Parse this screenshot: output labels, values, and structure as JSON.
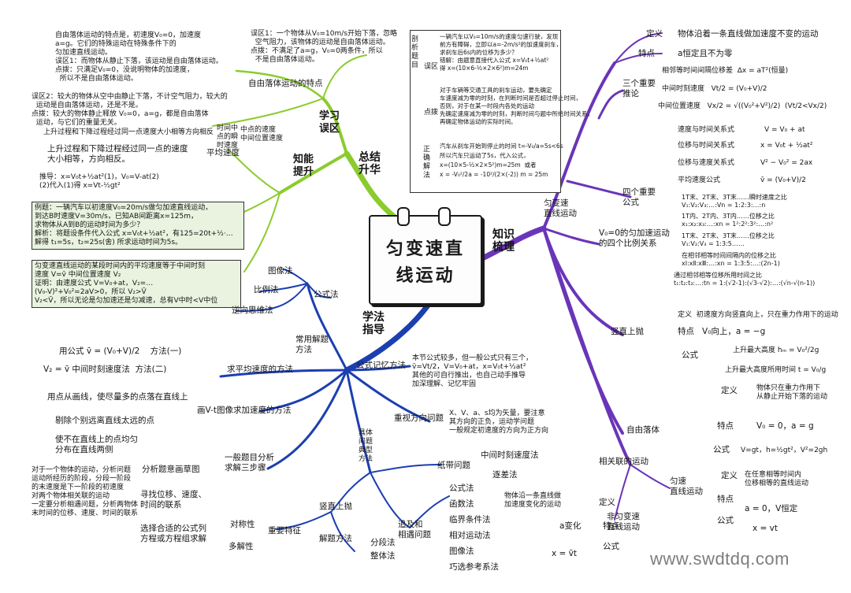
{
  "center_title": "匀变速直\n线运动",
  "watermark": "www.swdtdq.com",
  "colors": {
    "green": "#8ccb2e",
    "blue": "#1c3fb0",
    "purple": "#6a35b8"
  },
  "branches": {
    "summary": {
      "title": "总结\n升华",
      "knowledge": "知能\n提升",
      "mistakes": "学习\n误区",
      "free_fall_trait": "自由落体运动的特点",
      "mid_time_speed": "时间中\n点的瞬\n时速度",
      "avg_speed": "平均速度",
      "mid_time_method": "中点的速度\n中间位置速度",
      "upgrade_note": "上升过程和下降过程经过同一点的速度\n大小相等，方向相反。",
      "mistake1": "误区1：一个物体从V₀=10m/s开始下落，忽略\n  空气阻力，该物体的运动是自由落体运动。\n点拨：不满足了a=g，V₀=0两条件，所以\n  不是自由落体运动。",
      "mistake2": "误区2：较大的物体从空中由静止下落，不计空气阻力，较大的\n  运动是自由落体运动，还是不是。\n点拨：较大的物体静止释放 V₀=0，a=g，都是自由落体\n  运动，与它们的重量无关。",
      "free_fall_desc": "自由落体运动的特点是，初速度V₀=0，加速度\na=g。它们的特殊运动在特殊条件下的\n匀加速直线运动。\n误区1：而物体从静止下落，该运动是自由落体运动。\n点拨：只满足V₀=0，没说明物体的加速度，\n  所以不是自由落体运动。",
      "segment_note": "上升过程和下降过程经过同一点速度大小相等方向相反",
      "formula_note": "推导：x=V₀t+½at²(1)，V₀=V-at(2)\n(2)代入(1)得 x=Vt-½gt²",
      "example1": "例题：一辆汽车以初速度V₀=20m/s做匀加速直线运动，\n到达B时速度V=30m/s，已知AB间距离x=125m，\n求物体从A到B的运动时间为多少？\n解析：将题设条件代入公式 x=V₀t+½at²，有125=20t+½·…\n解得 t₁=5s，t₂=25s(舍) 所求运动时间为5s。",
      "example2": "匀变速直线运动的某段时间内的平均速度等于中间时刻\n速度 V=v̄ 中间位置速度 V₂\n证明：由速度公式 V=V₀+at，V₂=…\n(V₀-V)²+V₀²=2aV>0，所以 V₂>V̄\nV₂<V̄，所以无论是匀加速还是匀减速，总有V中时<V中位"
    },
    "tools": {
      "title": "学法\n指导",
      "methods": "常用解题\n方法",
      "graph_method": "图像法",
      "formula_method": "公式法",
      "ratio_method": "比例法",
      "reverse_method": "逆向思维法",
      "avg_speed_method": "求平均速度的方法",
      "avg_formula_1": "用公式 v̄ = (V₀+V)/2    方法(一)",
      "avg_formula_2": "V₂ = v̄ 中间时刻速度法  方法(二)",
      "vt_graph": "画V-t图像求加速度的方法",
      "vt_note1": "用点从画线，使尽量多的点落在直线上",
      "vt_note2": "剔除个别远离直线太远的点",
      "vt_note3": "使不在直线上的点均匀\n分布在直线两侧",
      "general_steps": "一般题目分析\n求解三步骤",
      "steps_1": "分析题意画草图",
      "steps_2": "寻找位移、速度、\n时间的联系",
      "steps_3": "选择合适的公式列\n方程或方程组求解",
      "steps_text": "对于一个物体的运动，分析问题\n运动所经历的阶段，分段一阶段\n的末速度是下一阶段的初速度\n对两个物体相关联的运动\n一定要分析相遇问题，分析两物体\n末时间的位移、速度、时间的联系",
      "formula_memory": "公式记忆方法",
      "formula_memory_text": "本节公式较多，但一般公式只有三个，\nv̄=Vt/2，V=V₀+at，x=V₀t+½at²\n其他的可自行推出，也自己动手推导\n加深理解、记忆牢固",
      "direction_issue": "重视方向问题",
      "direction_text": "X、V、a、s均为矢量，要注意\n其方向的正负，运动学问题\n一般规定初速度的方向为正方向",
      "typical_methods": "具体\n问题\n典型\n方法",
      "paper_tape": "纸带问题",
      "paper_tape_1": "中间时刻速度法",
      "paper_tape_2": "逐差法",
      "vertical_throw": "竖直上抛",
      "pursuit": "追及和\n相遇问题",
      "pursuit_methods": "公式法\n函数法\n临界条件法\n相对运动法\n图像法\n巧选参考系法",
      "symmetry": "对称性",
      "multi_solution": "多解性",
      "key_features": "重要特征",
      "solve_methods": "解题方法",
      "split_method": "分段法",
      "whole_method": "整体法"
    },
    "knowledge": {
      "title": "知识\n梳理",
      "uniform": "匀变速\n直线运动",
      "definition": "定义",
      "definition_text": "物体沿着一条直线做加速度不变的运动",
      "feature": "特点",
      "feature_text": "a恒定且不为零",
      "three_speeds": "三个重要\n推论",
      "delta_x": "相邻等时间间隔位移差  Δx = aT²(恒量)",
      "mid_time": "中间时刻速度   Vt/2 = (V₀+V)/2",
      "mid_pos": "中间位置速度   Vx/2 = √((V₀²+V²)/2)  (Vt/2<Vx/2)",
      "four_formulas": "四个重要\n公式",
      "f1_label": "速度与时间关系式",
      "f1": "V = V₀ + at",
      "f2_label": "位移与时间关系式",
      "f2": "x = V₀t + ½at²",
      "f3_label": "位移与速度关系式",
      "f3": "V² − V₀² = 2ax",
      "f4_label": "平均速度公式",
      "f4": "v̄ = (V₀+V)/2",
      "zero_start": "V₀=0的匀加速运动\n的四个比例关系",
      "r1": "1T末、2T末、3T末……瞬时速度之比\nV₁:V₂:V₃:…:Vn = 1:2:3:…:n",
      "r2": "1T内、2T内、3T内……位移之比\nx₁:x₂:x₃:…:xn = 1²:2²:3²:…:n²",
      "r3": "1T末、2T末、3T末……位移之比\nV₁:V₂:V₃ = 1:3:5……",
      "r4": "在相邻相等时间间隔内的位移之比\nxⅠ:xⅡ:xⅢ:…:xn = 1:3:5:…:(2n-1)",
      "r5": "通过相邻相等位移所用时间之比\nt₁:t₂:t₃:…:tn = 1:(√2-1):(√3-√2):…:(√n-√(n-1))",
      "vertical_up": "竖直上抛",
      "vu_def": "定义  初速度方向竖直向上，只在重力作用下的运动",
      "vu_feature": "特点   V₀向上，a = −g",
      "vu_formula": "公式",
      "vu_f1": "上升最大高度 hₘ = V₀²/2g",
      "vu_f2": "上升最大高度所用时间 t = V₀/g",
      "free_fall": "自由落体",
      "ff_def": "定义",
      "ff_def_text": "物体只在重力作用下\n从静止开始下落的运动",
      "ff_feature": "特点",
      "ff_feature_text": "V₀ = 0，a = g",
      "ff_formula": "公式",
      "ff_formula_text": "V=gt，h=½gt²，V²=2gh",
      "related": "相关联的运动",
      "uniform_linear": "匀速\n直线运动",
      "ul_def": "定义",
      "ul_def_text": "在任意相等时间内\n位移相等的直线运动",
      "ul_feature": "特点",
      "ul_feature_text": "a = 0，V恒定",
      "ul_formula": "公式",
      "ul_formula_text": "x = vt",
      "non_uniform": "非匀变速\n直线运动",
      "nu_text": "物体沿一条直线做\n加速度变化的运动",
      "nu_def": "定义",
      "nu_feature": "特点",
      "nu_feature_text": "a变化",
      "nu_formula": "公式",
      "nu_formula_text": "x = v̄t"
    },
    "correct_solution": {
      "title": "剖析题目",
      "mistake_label": "误区",
      "point_label": "点拨",
      "solution_label": "正确解法",
      "mistake_text": "一辆汽车以V₀=10m/s的速度匀速行驶，发现\n前方有障碍，立即以a=-2m/s²的加速度刹车，\n求刹车后6s内的位移为多少？\n错解：由题意直接代入公式 x=V₀t+½at²\n得 x=(10×6-½×2×6²)m=24m",
      "point_text": "对于车辆等交通工具的刹车运动，要先确定\n车速度减为零的时刻，在判断时间是否超过停止时间，\n否则，对于在某一时段内各处的运动\n先确定速度减为零的时刻，判断时间与题中所给时间关系，\n再确定物体运动的实际时间。",
      "solution_text": "汽车从刹车开始到停止的时间 t=-V₀/a=5s<6s\n所以汽车只运动了5s，代入公式，\nx=(10×5-½×2×5²)m=25m  或者\nx = -V₀²/2a = -10²/(2×(-2)) m = 25m"
    }
  }
}
